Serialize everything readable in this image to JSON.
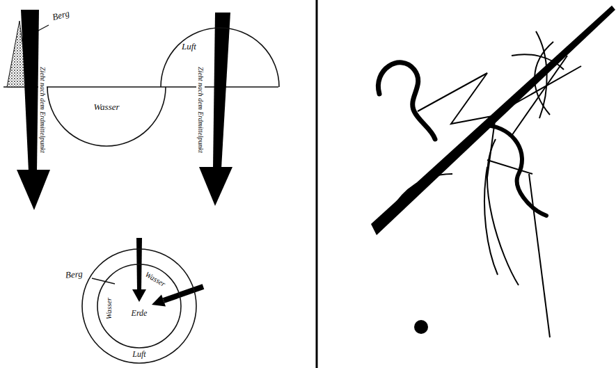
{
  "diagram": {
    "nodes": [
      {
        "text": [
          "Wasser"
        ]
      },
      {
        "text": [
          "Luft"
        ]
      },
      {
        "text": [
          "Luft"
        ]
      },
      {
        "text": [
          "Erde"
        ],
        "in": 2
      }
    ],
    "labels": [
      "Berg",
      "Zieht nach dem Erdmittelpunkt",
      "Zieht nach dem Erdmittelpunkt",
      "Berg",
      "Wasser",
      "Wasser"
    ]
  }
}
